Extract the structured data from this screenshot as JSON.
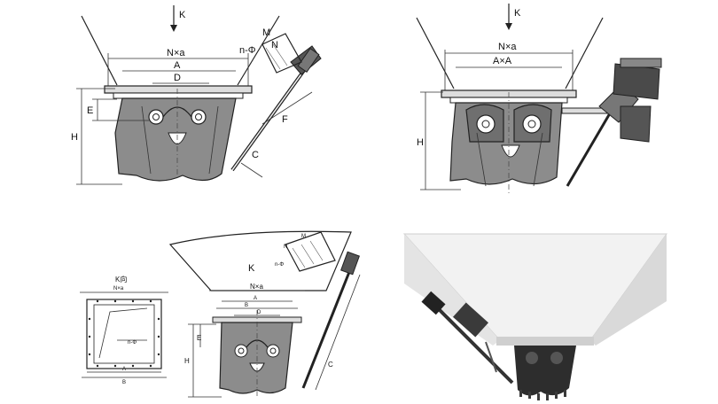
{
  "diagram_top_left": {
    "k": "K",
    "nxa": "N×a",
    "a": "A",
    "d": "D",
    "e": "E",
    "h": "H",
    "n_phi": "n-Φ",
    "m": "M",
    "n": "N",
    "f": "F",
    "c": "C"
  },
  "diagram_top_right": {
    "k": "K",
    "nxa": "N×a",
    "axa": "A×A",
    "h": "H"
  },
  "diagram_bottom_left": {
    "title": "K向",
    "nxa": "N×a",
    "a": "A",
    "b": "B",
    "n_phi": "n-Φ"
  },
  "diagram_bottom_center": {
    "k": "K",
    "nxa": "N×a",
    "a": "A",
    "b": "B",
    "d": "D",
    "e": "E",
    "h": "H",
    "c": "C",
    "n_phi": "n-Φ",
    "m": "M",
    "n": "N"
  },
  "photo": {
    "label": ""
  },
  "colors": {
    "line": "#222222",
    "body_fill": "#8c8c8c",
    "hopper": "#f3f3f3"
  }
}
